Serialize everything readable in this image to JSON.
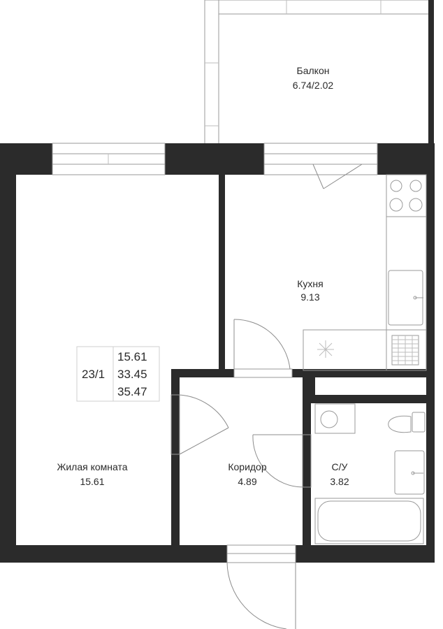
{
  "plan": {
    "rooms": [
      {
        "id": "balcony",
        "name": "Балкон",
        "area": "6.74/2.02"
      },
      {
        "id": "kitchen",
        "name": "Кухня",
        "area": "9.13"
      },
      {
        "id": "living",
        "name": "Жилая комната",
        "area": "15.61"
      },
      {
        "id": "corridor",
        "name": "Коридор",
        "area": "4.89"
      },
      {
        "id": "bathroom",
        "name": "С/У",
        "area": "3.82"
      }
    ],
    "summary": {
      "unit": "23/1",
      "living_area": "15.61",
      "total_area": "33.45",
      "total_with_balcony": "35.47"
    }
  }
}
